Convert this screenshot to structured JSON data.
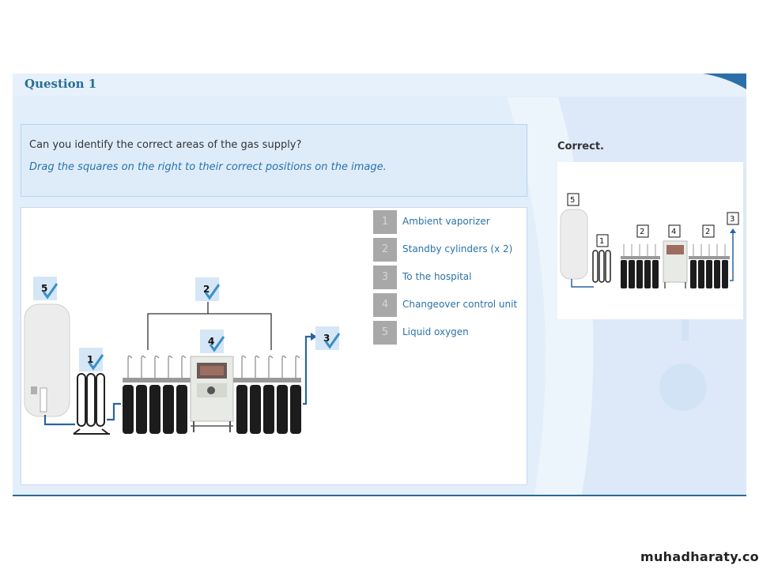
{
  "question": {
    "title": "Question 1"
  },
  "prompt": {
    "question_text": "Can you identify the correct areas of the gas supply?",
    "instruction_text": "Drag the squares on the right to their correct positions on the image."
  },
  "legend": {
    "items": [
      {
        "number": "1",
        "label": "Ambient vaporizer"
      },
      {
        "number": "2",
        "label": "Standby cylinders (x 2)"
      },
      {
        "number": "3",
        "label": "To the hospital"
      },
      {
        "number": "4",
        "label": "Changeover control unit"
      },
      {
        "number": "5",
        "label": "Liquid oxygen"
      }
    ]
  },
  "diagram_markers": [
    {
      "number": "5",
      "state": "correct"
    },
    {
      "number": "2",
      "state": "correct"
    },
    {
      "number": "4",
      "state": "correct"
    },
    {
      "number": "3",
      "state": "correct"
    },
    {
      "number": "1",
      "state": "correct"
    }
  ],
  "feedback": {
    "status": "Correct.",
    "thumbnail_labels": [
      "5",
      "1",
      "2",
      "4",
      "2",
      "3"
    ]
  },
  "watermark": "muhadharaty.com",
  "colors": {
    "accent": "#2a6d96",
    "instruction": "#2a72a8",
    "marker_bg": "#d5e6f6",
    "check": "#3a8fc8",
    "pipe": "#2a64a0",
    "rule": "#2c6898"
  }
}
